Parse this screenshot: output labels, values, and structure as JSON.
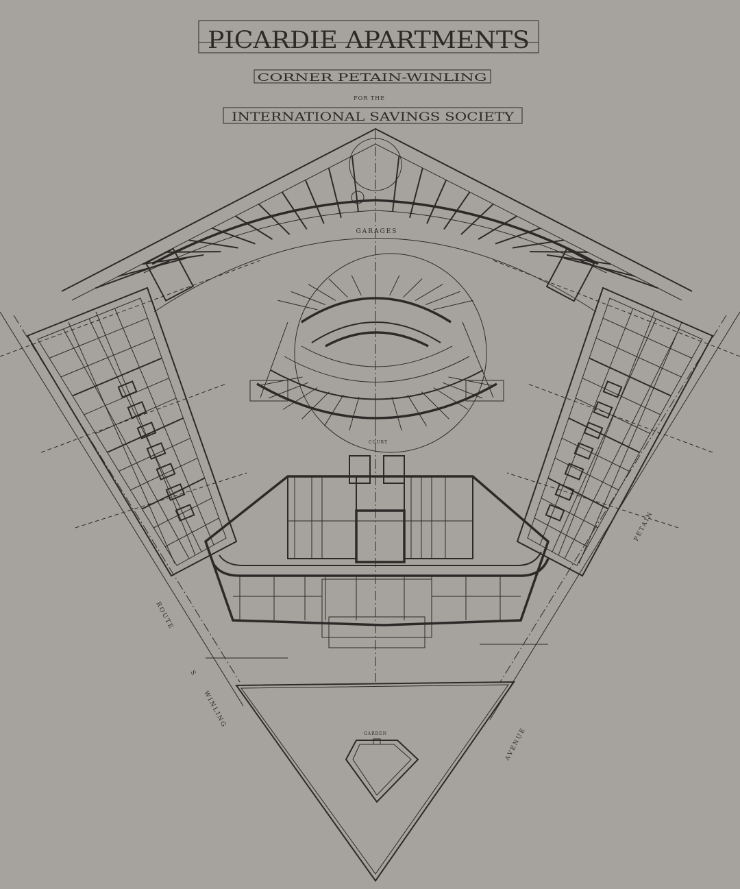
{
  "drawing": {
    "title": "PICARDIE APARTMENTS",
    "subtitle": "CORNER PETAIN-WINLING",
    "for_the": "FOR THE",
    "client": "INTERNATIONAL SAVINGS SOCIETY"
  },
  "labels": {
    "garages": "GARAGES",
    "court": "COURT",
    "garden": "GARDEN",
    "route": "ROUTE",
    "winling": "WINLING",
    "avenue": "AVENUE",
    "petain": "PETAIN"
  },
  "colors": {
    "paper": "#a6a29d",
    "ink": "#2c2a28"
  }
}
